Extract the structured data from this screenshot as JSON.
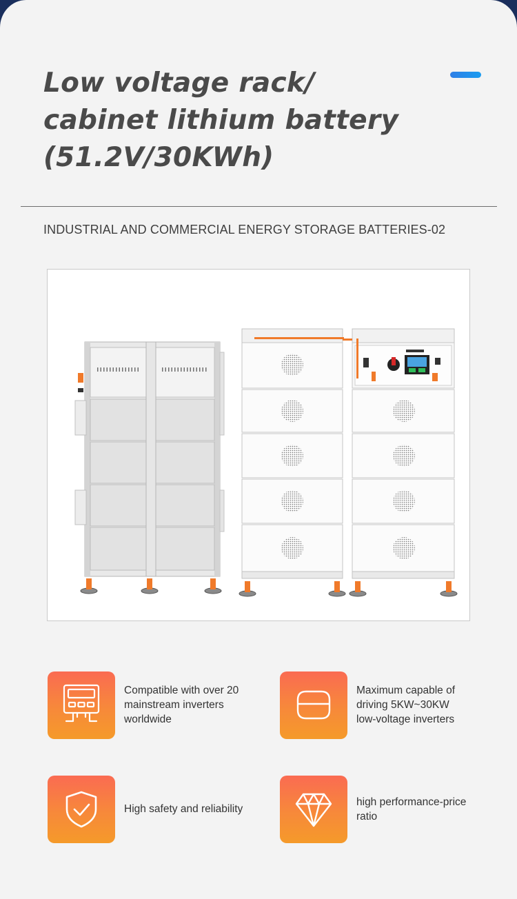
{
  "header": {
    "title_lines": [
      "Low voltage rack/",
      "cabinet lithium battery",
      "(51.2V/30KWh)"
    ],
    "subtitle": "INDUSTRIAL AND COMMERCIAL ENERGY STORAGE BATTERIES-02",
    "accent_color": "#1f8ded"
  },
  "features": [
    {
      "icon": "inverter-icon",
      "lines": [
        "Compatible with over 20",
        "mainstream inverters",
        "worldwide"
      ]
    },
    {
      "icon": "capacity-icon",
      "lines": [
        "Maximum capable of",
        "driving 5KW~30KW",
        "low-voltage inverters"
      ]
    },
    {
      "icon": "shield-check-icon",
      "lines": [
        "High safety and reliability"
      ]
    },
    {
      "icon": "diamond-icon",
      "lines": [
        "high performance-price",
        "ratio"
      ]
    }
  ],
  "colors": {
    "background": "#f3f3f3",
    "top_band": "#1a2e5c",
    "icon_gradient_top": "#fa6b52",
    "icon_gradient_bottom": "#f59a2a",
    "battery_orange": "#f07a2a"
  }
}
